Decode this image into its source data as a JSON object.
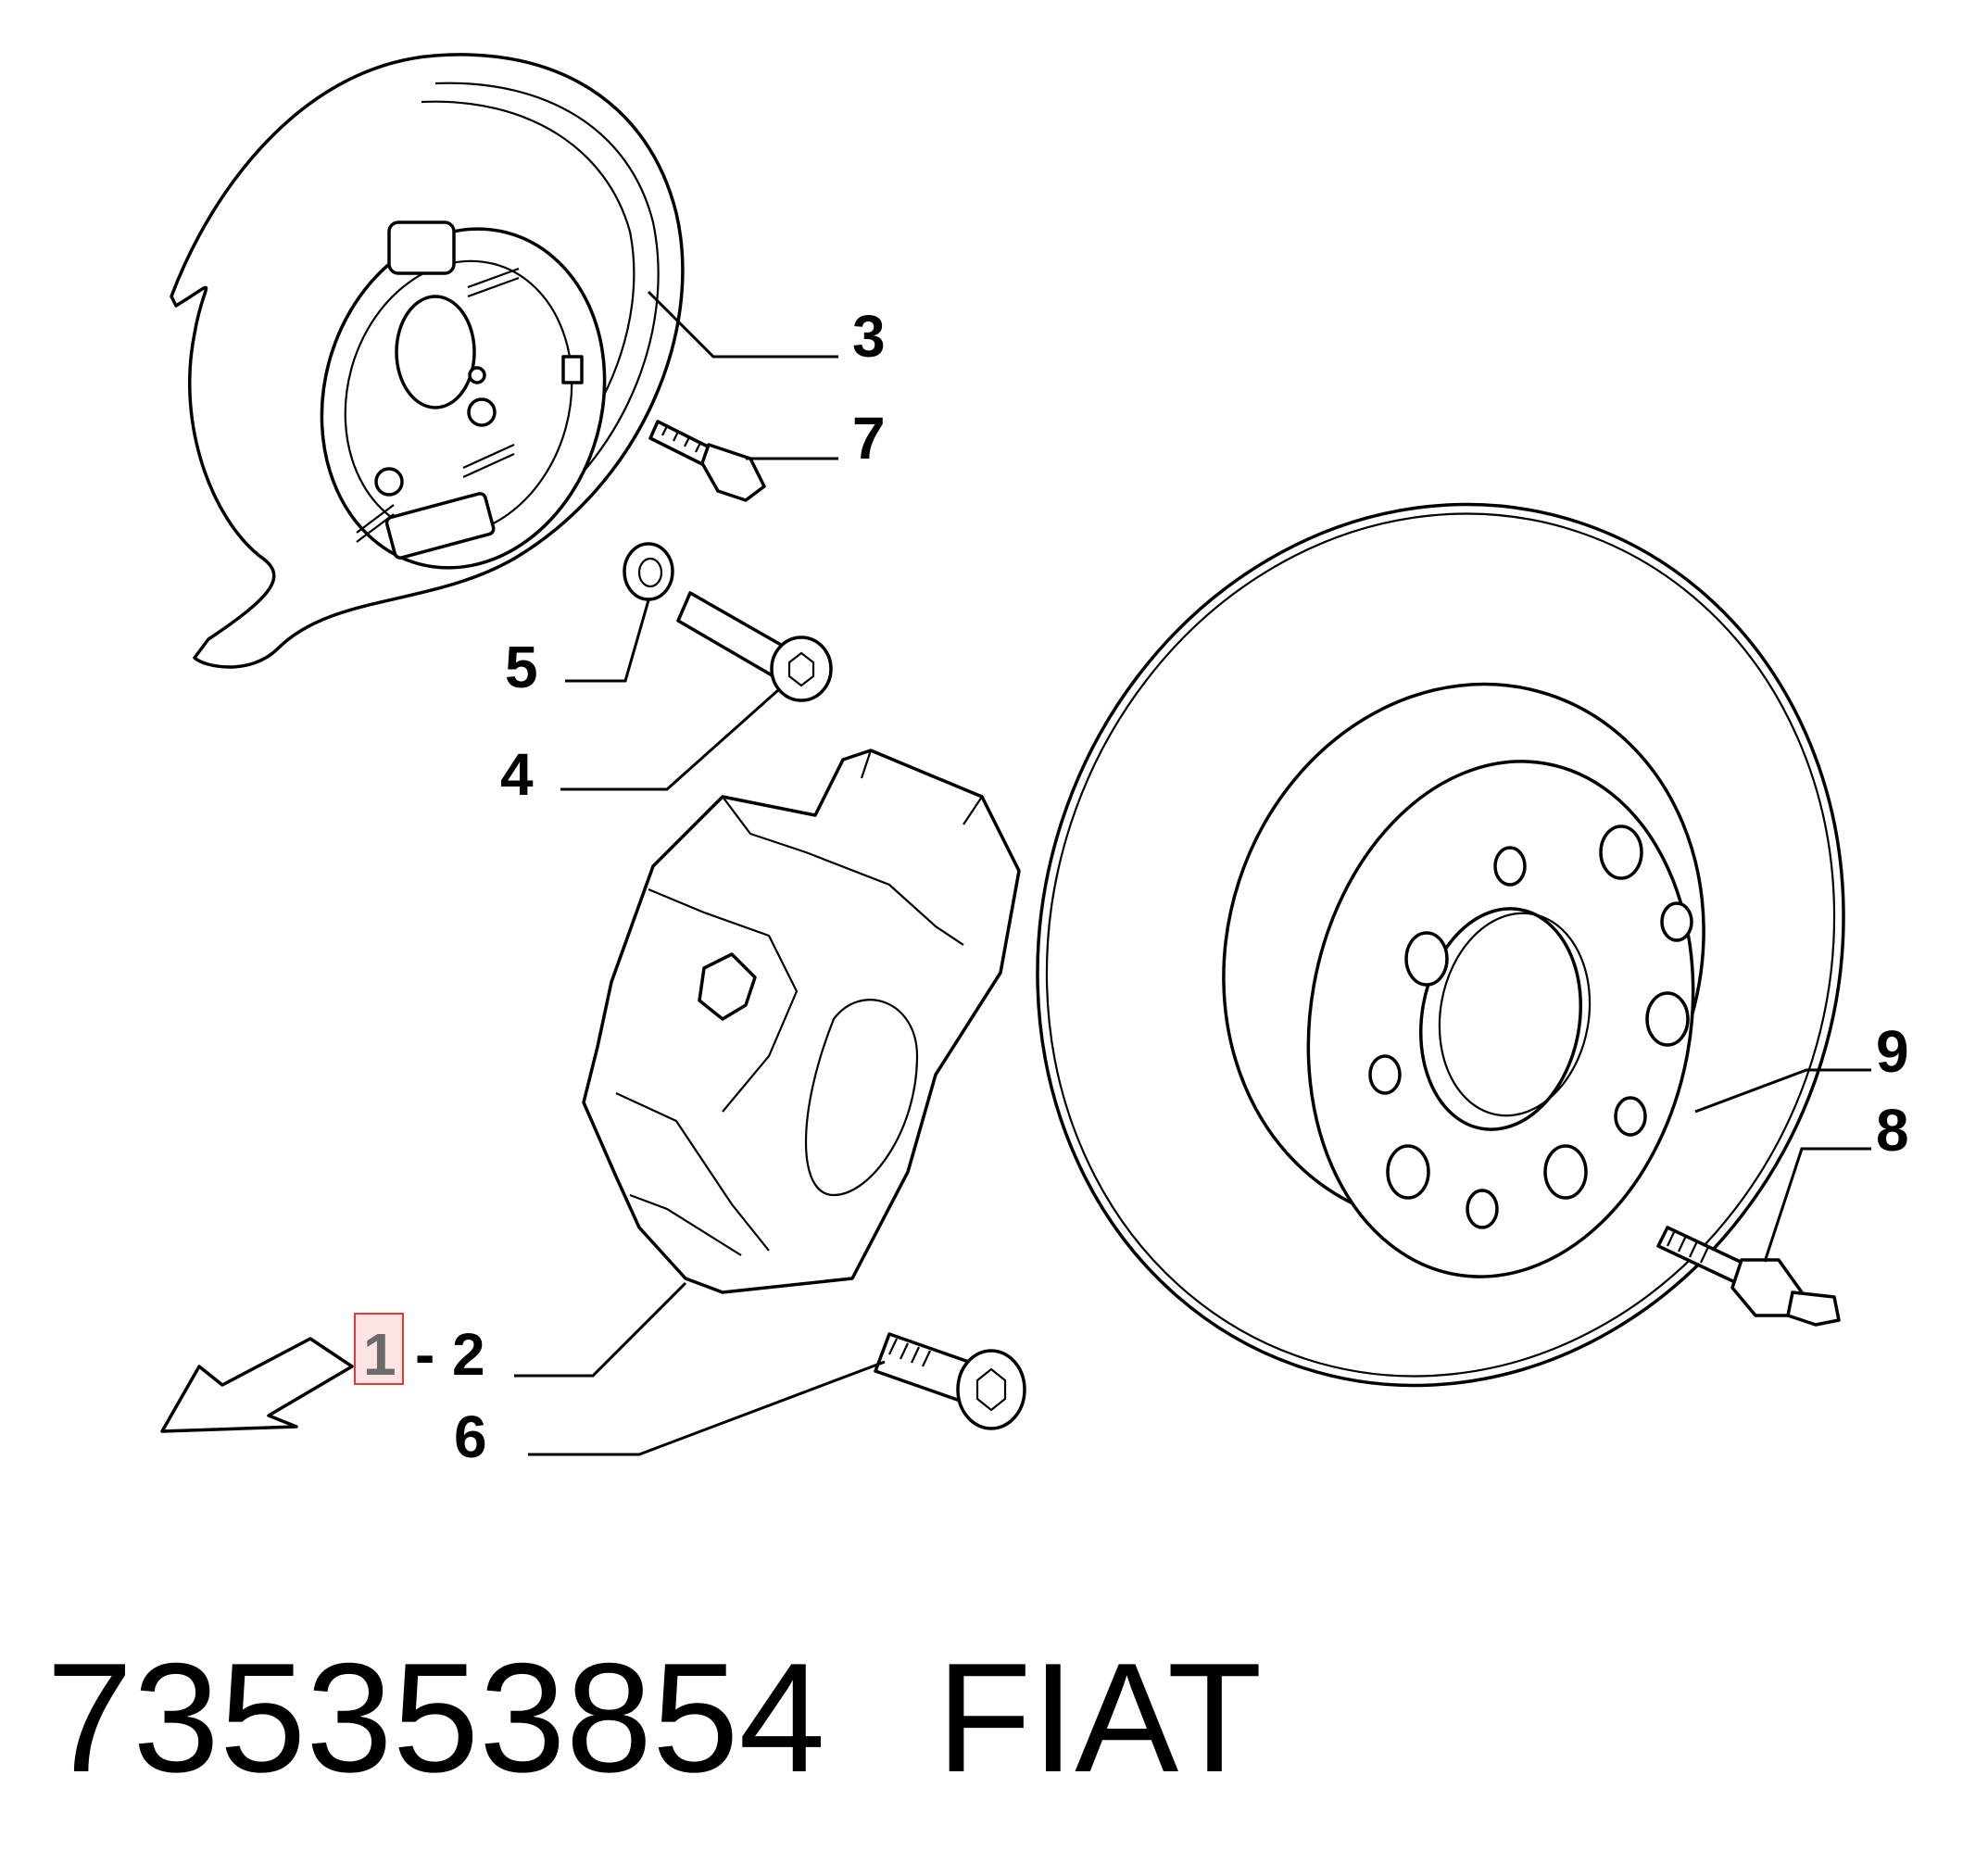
{
  "callouts": {
    "c3": "3",
    "c7": "7",
    "c5": "5",
    "c4": "4",
    "c9": "9",
    "c8": "8",
    "c1": "1",
    "dash": "-",
    "c2": "2",
    "c6": "6"
  },
  "highlight_color": "#e53935",
  "caption": {
    "part_number": "735353854",
    "brand": "FIAT"
  }
}
